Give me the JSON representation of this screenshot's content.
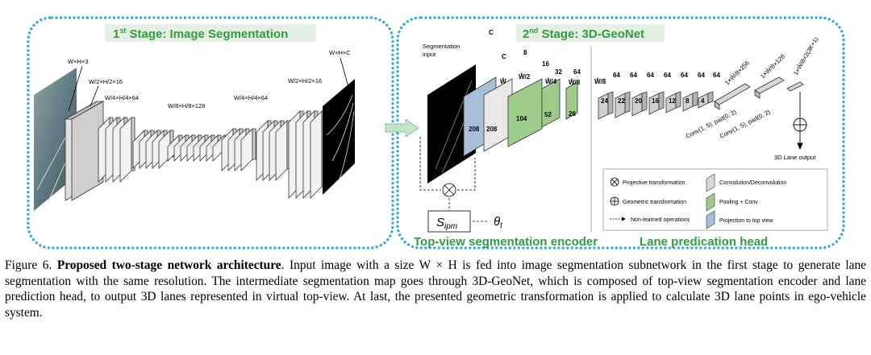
{
  "stage1": {
    "title_base": "1",
    "title_sup": "st",
    "title_rest": " Stage:  Image Segmentation",
    "labels": {
      "input": "W×H×3",
      "l1": "W/2×H/2×16",
      "l2": "W/4×H/4×64",
      "l3": "W/8×H/8×128",
      "l4": "W/4×H/4×64",
      "l5": "W/2×H/2×16",
      "out": "W×H×C"
    }
  },
  "stage2": {
    "title_base": "2",
    "title_sup": "nd",
    "title_rest": " Stage: 3D-GeoNet",
    "seg_input": [
      "Segmentation",
      "input"
    ],
    "encoder_top": [
      "C",
      "C",
      "8",
      "16",
      "32",
      "64"
    ],
    "encoder_side": [
      "208",
      "208",
      "104",
      "52",
      "26"
    ],
    "encoder_fracs": [
      "Ŵ",
      "Ŵ/2",
      "Ŵ/4",
      "Ŵ/8"
    ],
    "head_top": [
      "64",
      "64",
      "64",
      "64",
      "64",
      "64",
      "64"
    ],
    "head_side": [
      "24",
      "22",
      "20",
      "16",
      "12",
      "8",
      "4"
    ],
    "head_frac": "Ŵ/8",
    "fc_labels": [
      "1×Ŵ/8×256",
      "1×Ŵ/8×128",
      "1×Ŵ/8×2(3K+1)"
    ],
    "conv_labels": [
      "Conv(1, 5), pad(0, 2)",
      "Conv(1, 5), pad(0, 2)"
    ],
    "output": "3D Lane output",
    "sipm": "S",
    "sipm_sub": "ipm",
    "theta": "θ",
    "theta_sub": "t",
    "encoder_title": "Top-view segmentation encoder",
    "head_title": "Lane predication head"
  },
  "legend": {
    "projective": "Projective transformation",
    "geometric": "Geometric transformation",
    "nonlearned": "Non-learned operations",
    "conv": "Convolution/Deconvolution",
    "pool": "Pooling + Conv",
    "proj": "Projection to top view"
  },
  "colors": {
    "stage_green": "#2e9e3e",
    "border_cyan": "#2aa9d6",
    "gray_block": "#c9c9c9",
    "green_block": "#9fcc8a",
    "blue_block": "#a8bfd8"
  },
  "caption": {
    "prefix": "Figure 6. ",
    "bold": "Proposed two-stage network architecture",
    "text": ". Input image with a size W × H is fed into image segmentation subnetwork in the first stage to generate lane segmentation with the same resolution. The intermediate segmentation map goes through 3D-GeoNet, which is composed of top-view segmentation encoder and lane prediction head, to output 3D lanes represented in virtual top-view. At last, the presented geometric transformation is applied to calculate 3D lane points in ego-vehicle system."
  }
}
